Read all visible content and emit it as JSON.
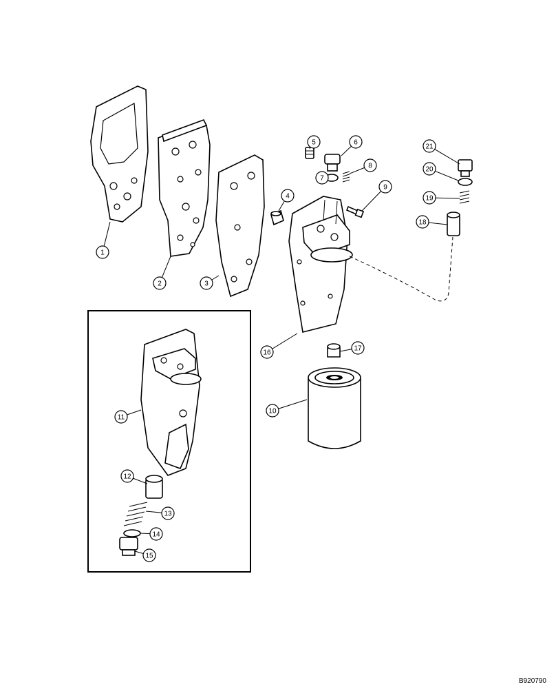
{
  "callouts": [
    {
      "num": "1"
    },
    {
      "num": "2"
    },
    {
      "num": "3"
    },
    {
      "num": "4"
    },
    {
      "num": "5"
    },
    {
      "num": "6"
    },
    {
      "num": "7"
    },
    {
      "num": "8"
    },
    {
      "num": "9"
    },
    {
      "num": "10"
    },
    {
      "num": "11"
    },
    {
      "num": "12"
    },
    {
      "num": "13"
    },
    {
      "num": "14"
    },
    {
      "num": "15"
    },
    {
      "num": "16"
    },
    {
      "num": "17"
    },
    {
      "num": "18"
    },
    {
      "num": "19"
    },
    {
      "num": "20"
    },
    {
      "num": "21"
    }
  ],
  "reference_code": "B920790"
}
